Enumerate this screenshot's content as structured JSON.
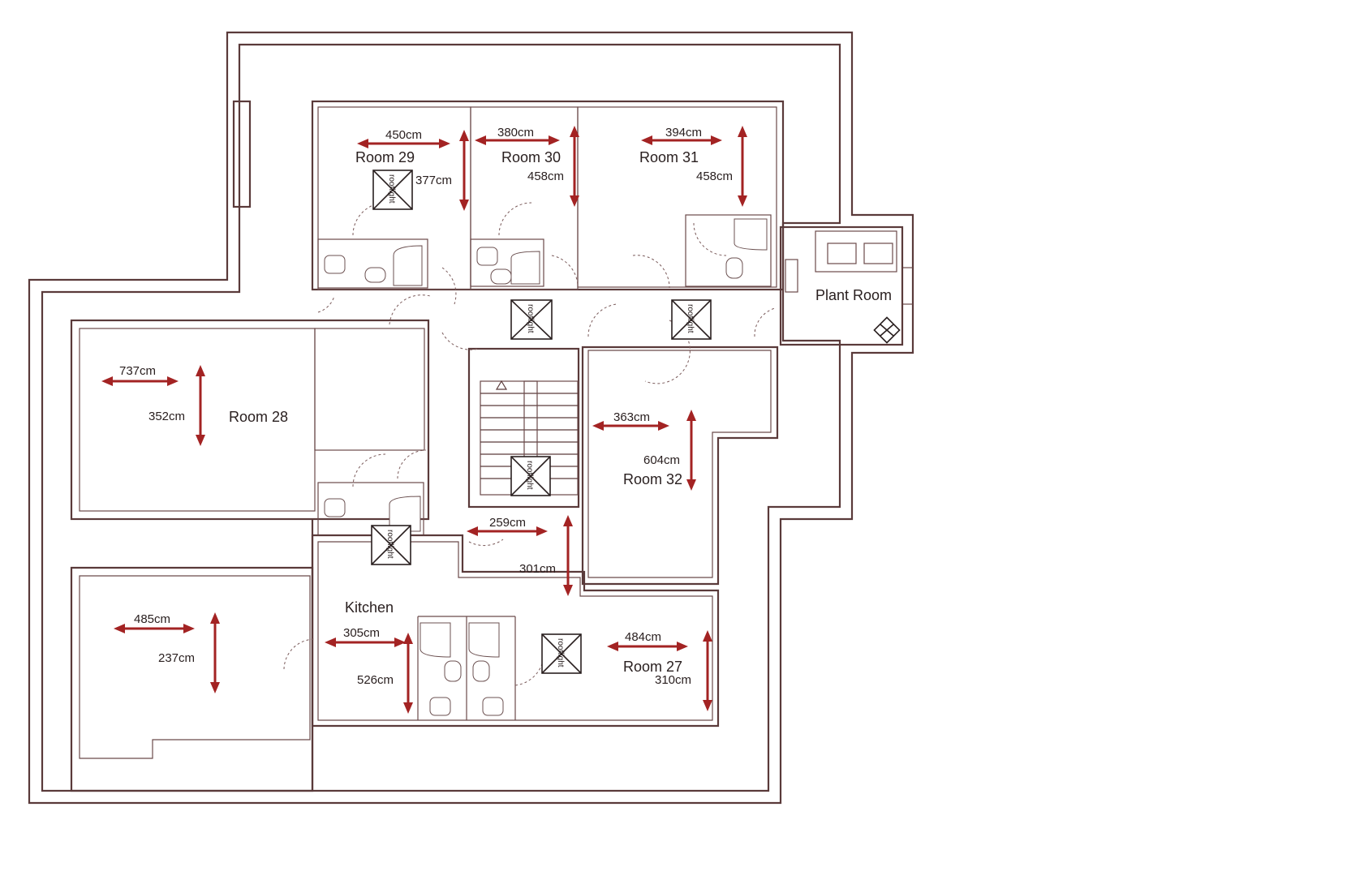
{
  "rooms": {
    "room29": "Room 29",
    "room30": "Room 30",
    "room31": "Room 31",
    "room28": "Room 28",
    "room32": "Room 32",
    "room27": "Room 27",
    "kitchen": "Kitchen",
    "plant": "Plant Room"
  },
  "dimensions": {
    "r29_w": "450cm",
    "r29_h": "377cm",
    "r30_w": "380cm",
    "r30_h": "458cm",
    "r31_w": "394cm",
    "r31_h": "458cm",
    "r28_w": "737cm",
    "r28_h": "352cm",
    "r32_w": "363cm",
    "r32_h": "604cm",
    "hall_w": "259cm",
    "hall_h": "301cm",
    "r_sw_w": "485cm",
    "r_sw_h": "237cm",
    "kitchen_w": "305cm",
    "kitchen_h": "526cm",
    "r27_w": "484cm",
    "r27_h": "310cm"
  },
  "skylight_label": "rooflight",
  "colors": {
    "arrow": "#a32323",
    "wall": "#5a3a3a"
  }
}
